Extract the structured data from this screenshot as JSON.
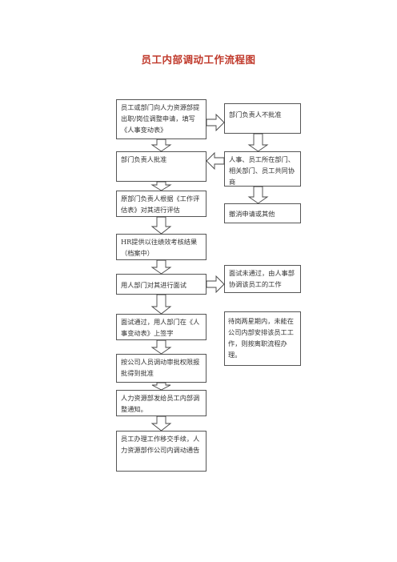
{
  "title": "员工内部调动工作流程图",
  "boxes": {
    "apply": "员工或部门向人力资源部提出职/岗位调整申请，填写《人事变动表》",
    "dept_reject": "部门负责人不批准",
    "dept_approve": "部门负责人批准",
    "coordinate": "人事、员工所在部门、相关部门、员工共同协商",
    "evaluate": "原部门负责人根据《工作评估表》对其进行评估",
    "cancel": "撤消申请或其他",
    "hr_provide": "HR提供以往绩效考核结果（档案中）",
    "interview": "用人部门对其进行面试",
    "interview_fail": "面试未通过，由人事部协调该员工的工作",
    "interview_pass": "面试通过，用人部门在《人事变动表》上签字",
    "pending": "待岗两星期内，未能在公司内部安排该员工工作，则按离职流程办理。",
    "approval": "按公司人员调动审批权限报批得到批准",
    "notice": "人力资源部发给员工内部调整通知。",
    "handover": "员工办理工作移交手续，人力资源部作公司内调动通告"
  }
}
